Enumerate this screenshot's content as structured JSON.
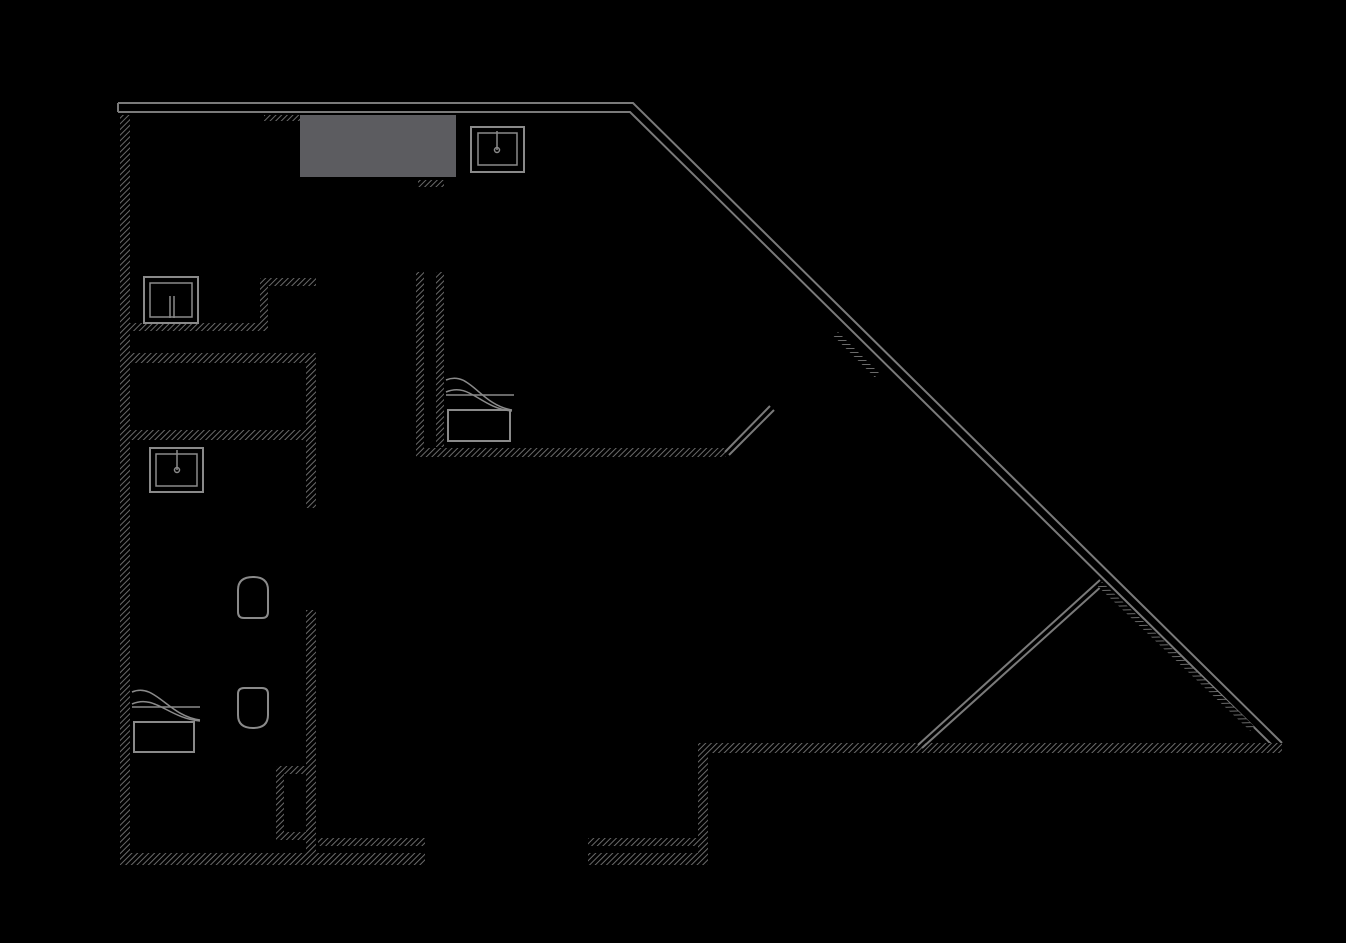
{
  "colors": {
    "background": "#000000",
    "wall_hatch": "#5e5e5e",
    "line": "#7a7a7a",
    "fixture": "#8a8a8a",
    "cabinet_fill": "#5c5c60"
  },
  "fixtures": [
    {
      "type": "sink",
      "icon": "sink-icon",
      "room": "top-counter"
    },
    {
      "type": "sink",
      "icon": "sink-icon",
      "room": "upper-left"
    },
    {
      "type": "sink",
      "icon": "sink-icon",
      "room": "left-bath"
    },
    {
      "type": "bathtub",
      "icon": "bathtub-icon",
      "room": "center-bath"
    },
    {
      "type": "bathtub",
      "icon": "bathtub-icon",
      "room": "left-bath"
    },
    {
      "type": "toilet",
      "icon": "toilet-icon",
      "room": "left-bath"
    },
    {
      "type": "toilet",
      "icon": "toilet-icon",
      "room": "left-bath"
    }
  ]
}
